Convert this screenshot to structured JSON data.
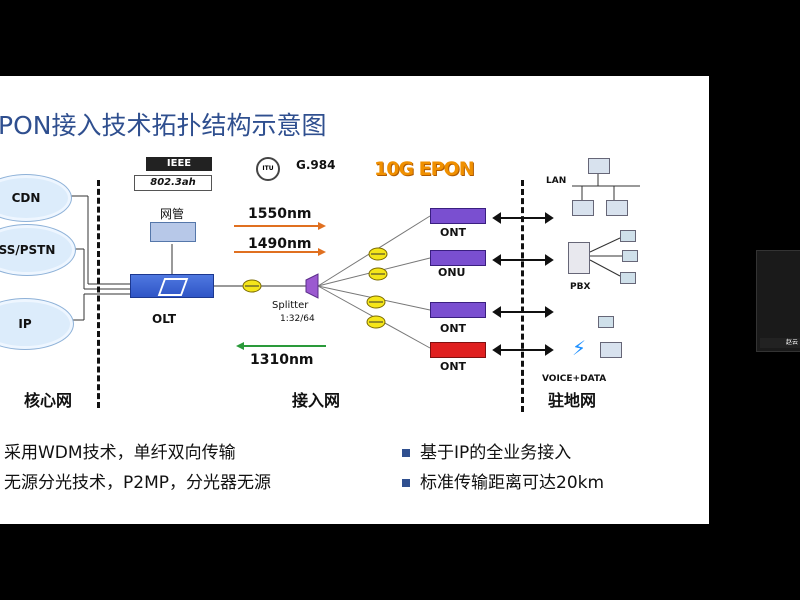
{
  "slide": {
    "title": "PON接入技术拓扑结构示意图",
    "title_visible": "PON接入技术拓扑结构示意图"
  },
  "core": {
    "label": "核心网",
    "clouds": [
      "CDN",
      "SS/PSTN",
      "IP"
    ]
  },
  "standards": {
    "ieee_logo": "IEEE",
    "ieee_std": "802.3ah",
    "itu_logo": "ITU",
    "itu_std": "G.984",
    "epon_logo": "10G EPON"
  },
  "access": {
    "label": "接入网",
    "nms_label": "网管",
    "olt_label": "OLT",
    "splitter_label": "Splitter",
    "splitter_ratio": "1:32/64",
    "wavelengths": [
      "1550nm",
      "1490nm",
      "1310nm"
    ]
  },
  "premises": {
    "label": "驻地网",
    "terminals": [
      "ONT",
      "ONU",
      "ONT",
      "ONT"
    ],
    "lan_label": "LAN",
    "pbx_label": "PBX",
    "voice_label": "VOICE+DATA"
  },
  "bullets": {
    "left": [
      "采用WDM技术，单纤双向传输",
      "无源分光技术，P2MP，分光器无源"
    ],
    "right": [
      "基于IP的全业务接入",
      "标准传输距离可达20km"
    ]
  },
  "camera": {
    "name": "赵云"
  },
  "colors": {
    "title": "#2f4f8f",
    "wave_down": "#e07020",
    "wave_up": "#2a9a3a",
    "olt": "#2f55c6",
    "ont": "#7a4fd0",
    "ont_red": "#e02020"
  }
}
